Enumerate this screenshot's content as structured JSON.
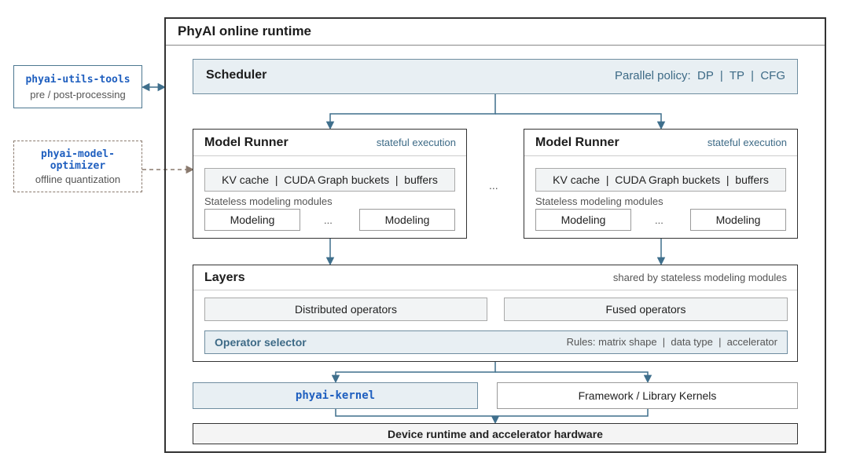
{
  "runtime": {
    "title": "PhyAI online runtime"
  },
  "utils_tools": {
    "name": "phyai-utils-tools",
    "sub": "pre / post-processing"
  },
  "model_optimizer": {
    "name_line1": "phyai-model-",
    "name_line2": "optimizer",
    "sub": "offline quantization"
  },
  "scheduler": {
    "title": "Scheduler",
    "policy": "Parallel policy:  DP  |  TP  |  CFG"
  },
  "model_runner": {
    "title": "Model Runner",
    "note": "stateful execution",
    "cache": "KV cache  |  CUDA Graph buckets  |  buffers",
    "stateless_label": "Stateless modeling modules",
    "module": "Modeling",
    "inner_ellipsis": "...",
    "between_ellipsis": "..."
  },
  "layers": {
    "title": "Layers",
    "note": "shared by stateless modeling modules",
    "distributed": "Distributed operators",
    "fused": "Fused operators",
    "selector": "Operator selector",
    "rules": "Rules: matrix shape  |  data type  |  accelerator"
  },
  "kernels": {
    "phyai_kernel": "phyai-kernel",
    "framework": "Framework / Library Kernels"
  },
  "device": {
    "label": "Device runtime and accelerator hardware"
  },
  "colors": {
    "accent": "#3d6a86",
    "arrow": "#3f6f8c",
    "shade": "#e8eff3",
    "kernel_text": "#1f5fbf"
  }
}
